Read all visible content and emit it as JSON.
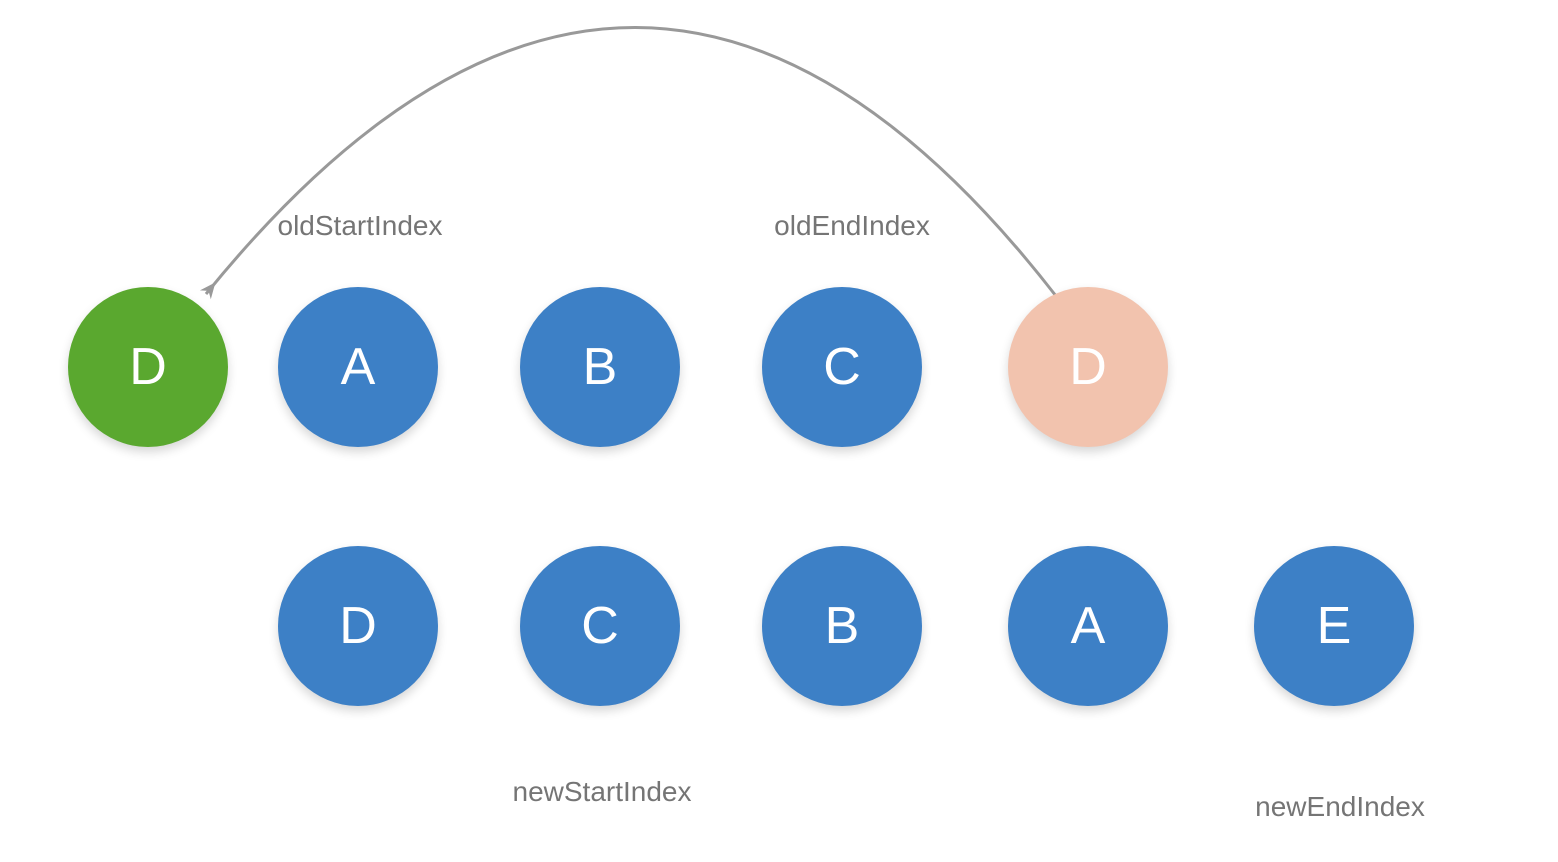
{
  "diagram": {
    "title_hidden": "",
    "colors": {
      "blue": "#3d80c6",
      "green": "#5aa82f",
      "pink": "#f2c3ae",
      "arrow": "#999999",
      "label": "#757575",
      "node_text": "#ffffff"
    },
    "labels": {
      "old_start": "oldStartIndex",
      "old_end": "oldEndIndex",
      "new_start": "newStartIndex",
      "new_end": "newEndIndex"
    },
    "old_row": [
      {
        "letter": "D",
        "variant": "green"
      },
      {
        "letter": "A",
        "variant": "blue"
      },
      {
        "letter": "B",
        "variant": "blue"
      },
      {
        "letter": "C",
        "variant": "blue"
      },
      {
        "letter": "D",
        "variant": "pink"
      }
    ],
    "new_row": [
      {
        "letter": "D",
        "variant": "blue"
      },
      {
        "letter": "C",
        "variant": "blue"
      },
      {
        "letter": "B",
        "variant": "blue"
      },
      {
        "letter": "A",
        "variant": "blue"
      },
      {
        "letter": "E",
        "variant": "blue"
      }
    ]
  }
}
